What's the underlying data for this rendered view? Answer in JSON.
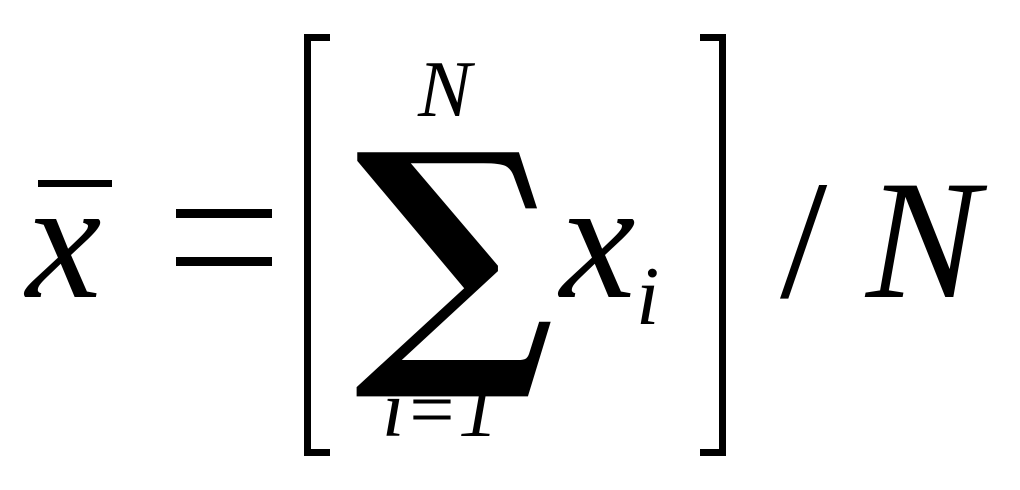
{
  "formula": {
    "mean_symbol": "x",
    "equals": "=",
    "sum_symbol": "∑",
    "sum_upper_limit": "N",
    "sum_lower_limit": "i=1",
    "term_variable": "x",
    "term_subscript": "i",
    "division": "/",
    "denominator": "N"
  }
}
